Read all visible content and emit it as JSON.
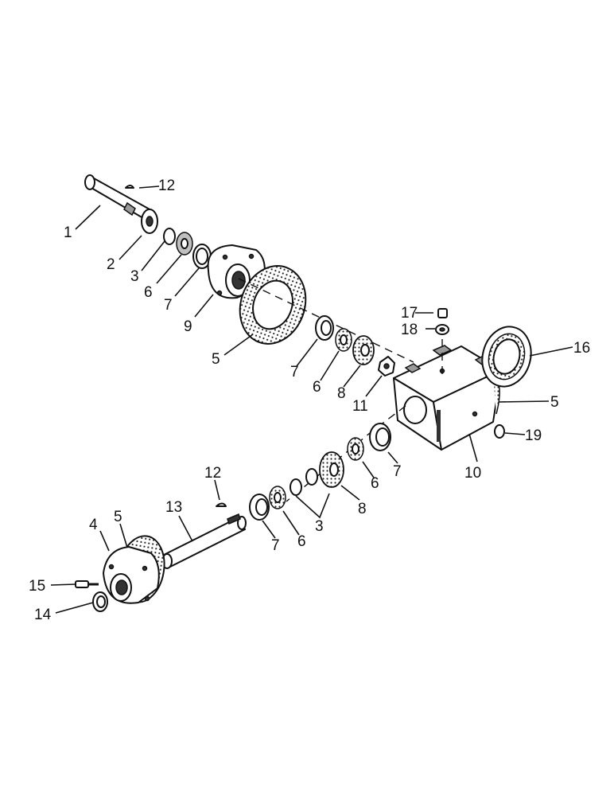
{
  "callouts": {
    "c1": "1",
    "c2": "2",
    "c3a": "3",
    "c6a": "6",
    "c7a": "7",
    "c9": "9",
    "c12a": "12",
    "c5a": "5",
    "c7b": "7",
    "c6b": "6",
    "c8a": "8",
    "c11": "11",
    "c17": "17",
    "c18": "18",
    "c16": "16",
    "c5b": "5",
    "c19": "19",
    "c10": "10",
    "c7c": "7",
    "c6c": "6",
    "c8b": "8",
    "c3b": "3",
    "c6d": "6",
    "c7d": "7",
    "c12b": "12",
    "c13": "13",
    "c4": "4",
    "c5c": "5",
    "c15": "15",
    "c14": "14"
  }
}
